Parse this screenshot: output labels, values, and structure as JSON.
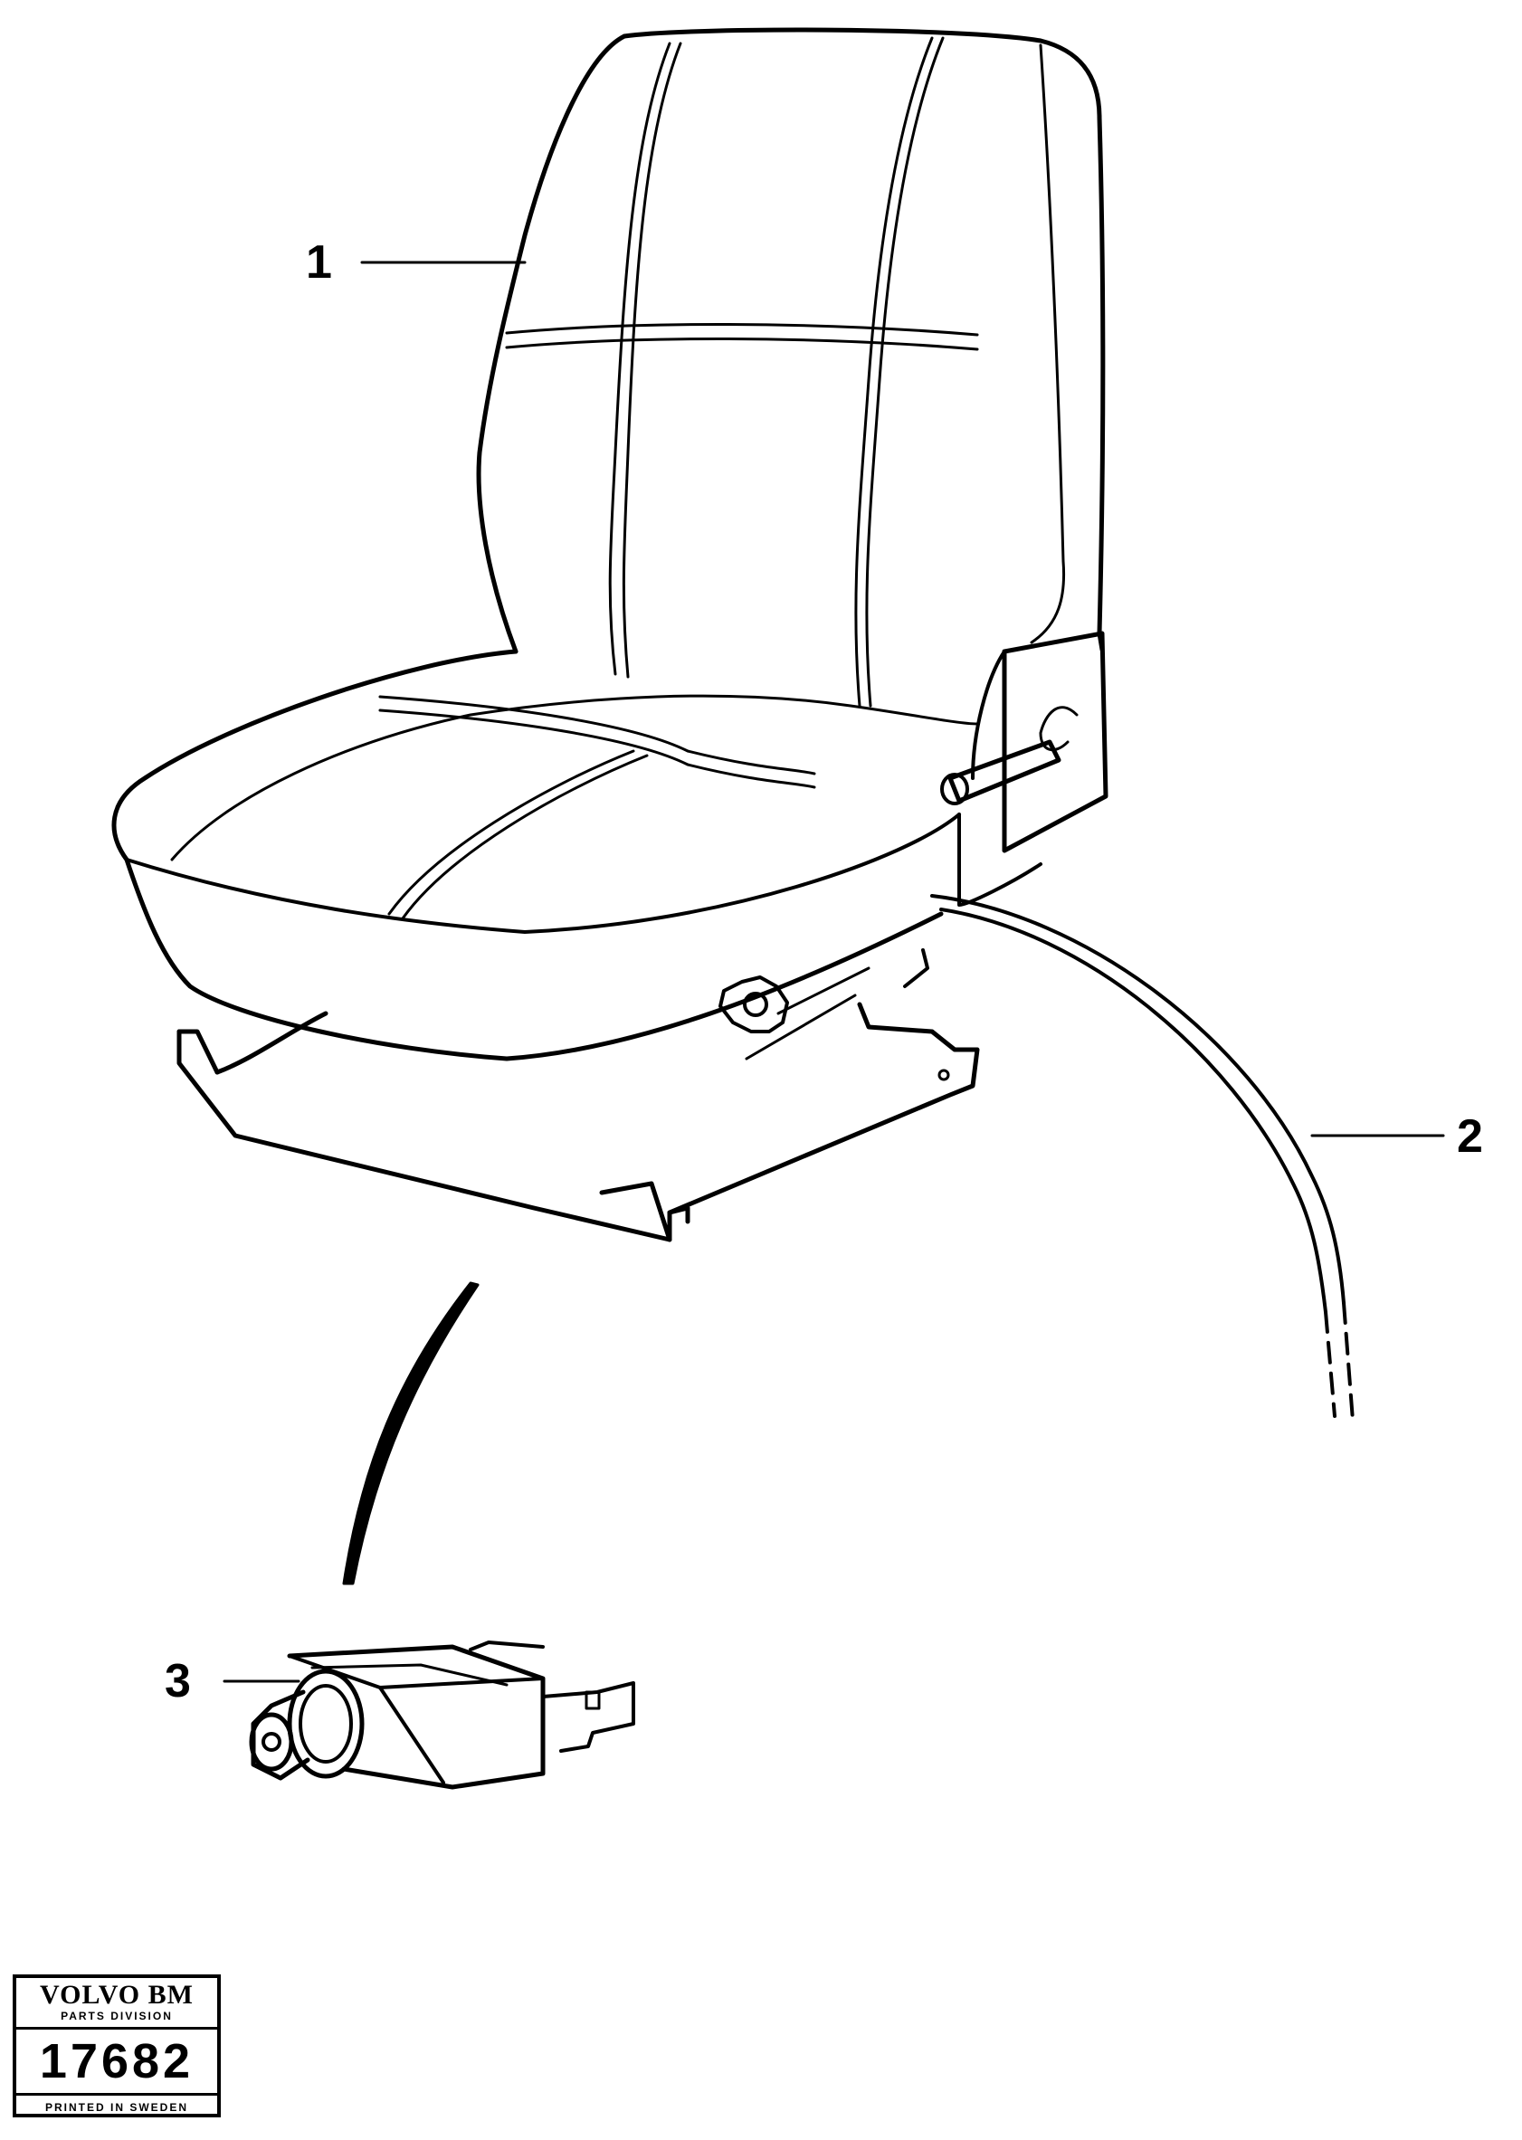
{
  "callouts": [
    {
      "id": "1",
      "label": "1"
    },
    {
      "id": "2",
      "label": "2"
    },
    {
      "id": "3",
      "label": "3"
    }
  ],
  "stamp": {
    "brand": "VOLVO BM",
    "division": "PARTS DIVISION",
    "number": "17682",
    "printed": "PRINTED IN SWEDEN"
  },
  "parts": [
    "seat-icon",
    "cable-icon",
    "switch-icon"
  ],
  "colors": {
    "ink": "#000000",
    "paper": "#ffffff"
  }
}
